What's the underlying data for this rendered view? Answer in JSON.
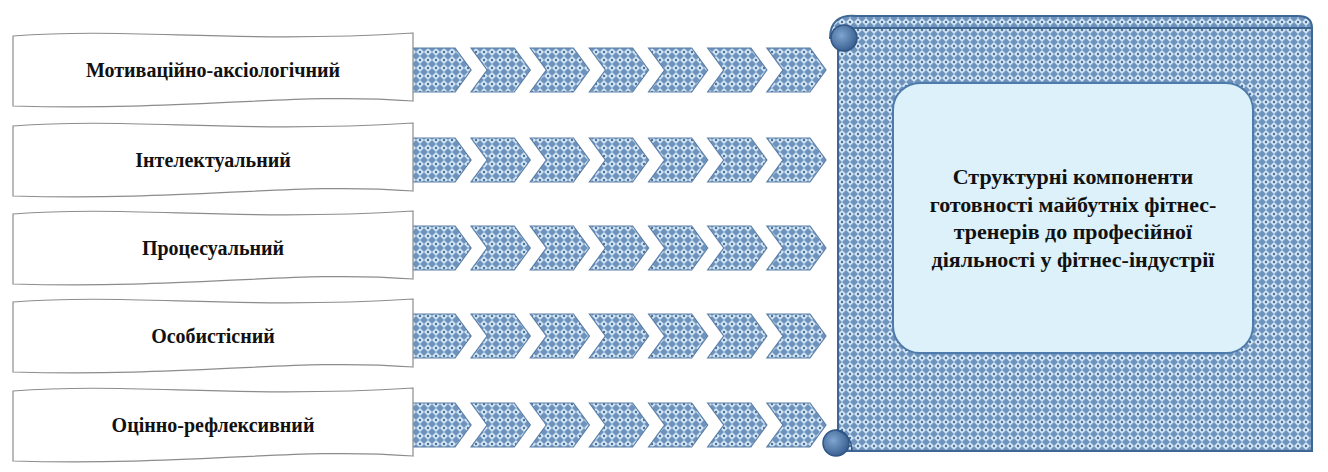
{
  "diagram": {
    "nodes": [
      {
        "text": [
          "Мотиваційно-аксіологічний"
        ]
      },
      {
        "text": [
          "Інтелектуальний"
        ]
      },
      {
        "text": [
          "Процесуальний"
        ]
      },
      {
        "text": [
          "Особистісний"
        ]
      },
      {
        "text": [
          "Оцінно-рефлексивний"
        ]
      },
      {
        "text": [
          "Структурні компоненти готовності майбутніх фітнес-тренерів до професійної діяльності у фітнес-індустрії"
        ]
      }
    ],
    "edges": [
      {
        "from": 0,
        "to": 5,
        "arrow": "to"
      },
      {
        "from": 1,
        "to": 5,
        "arrow": "to"
      },
      {
        "from": 2,
        "to": 5,
        "arrow": "to"
      },
      {
        "from": 3,
        "to": 5,
        "arrow": "to"
      },
      {
        "from": 4,
        "to": 5,
        "arrow": "to"
      }
    ]
  }
}
